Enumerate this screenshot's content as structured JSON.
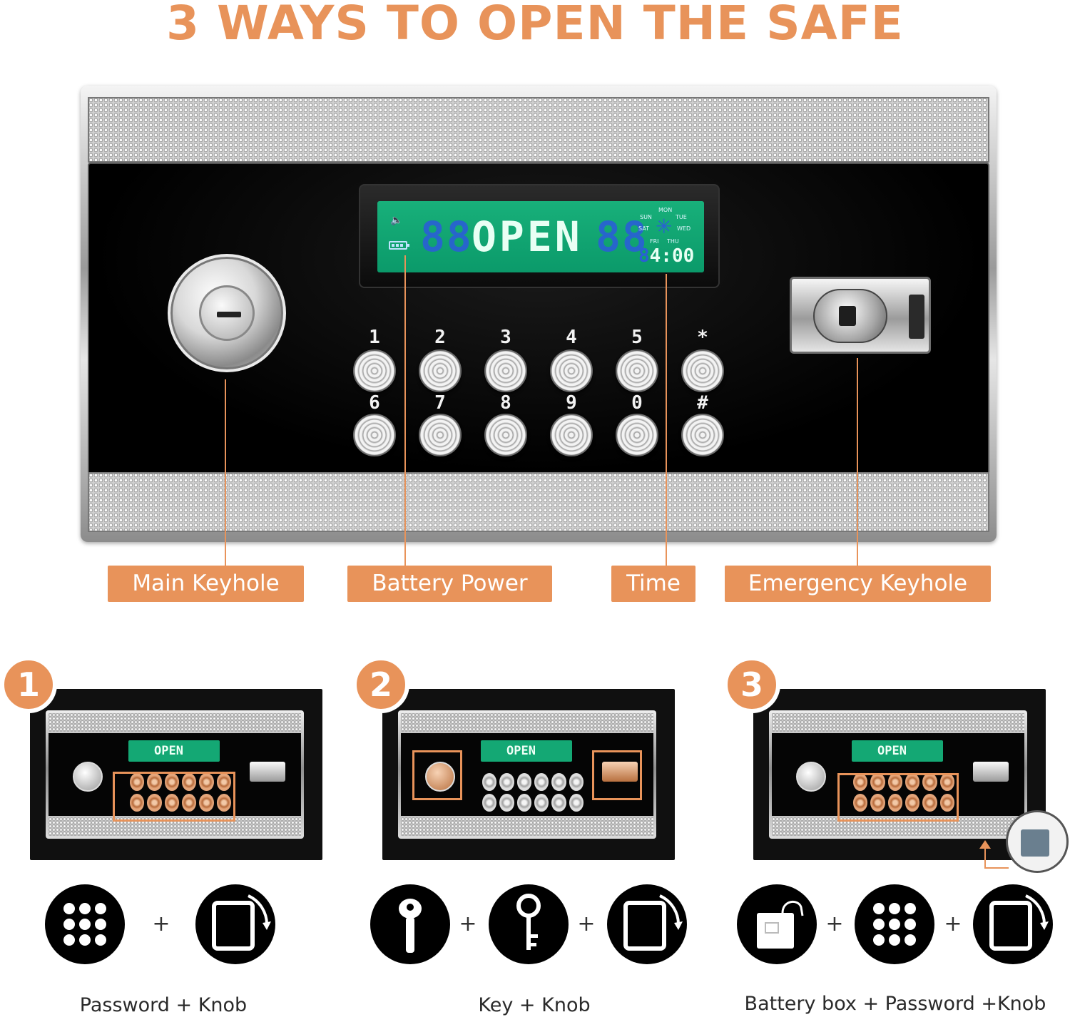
{
  "title": "3 WAYS TO OPEN THE SAFE",
  "colors": {
    "accent": "#E8935A",
    "lcd_green": "#14A874",
    "lcd_blue": "#2A5FD6"
  },
  "display": {
    "ghost_segments": "88",
    "message": "OPEN",
    "days": [
      "MON",
      "TUE",
      "SUN",
      "SAT",
      "WED",
      "FRI",
      "THU"
    ],
    "clock_ghost": "8",
    "clock": "4:00"
  },
  "keypad": {
    "row1": [
      "1",
      "2",
      "3",
      "4",
      "5",
      "*"
    ],
    "row2": [
      "6",
      "7",
      "8",
      "9",
      "0",
      "#"
    ]
  },
  "callouts": [
    {
      "label": "Main Keyhole"
    },
    {
      "label": "Battery Power"
    },
    {
      "label": "Time"
    },
    {
      "label": "Emergency Keyhole"
    }
  ],
  "methods": [
    {
      "number": "1",
      "label": "Password + Knob",
      "icons": [
        "keypad-icon",
        "knob-icon"
      ]
    },
    {
      "number": "2",
      "label": "Key + Knob",
      "icons": [
        "emergency-key-icon",
        "key-icon",
        "knob-icon"
      ]
    },
    {
      "number": "3",
      "label": "Battery box + Password +Knob",
      "icons": [
        "battery-box-icon",
        "keypad-icon",
        "knob-icon"
      ]
    }
  ],
  "thumb_display": "OPEN",
  "plus": "+"
}
